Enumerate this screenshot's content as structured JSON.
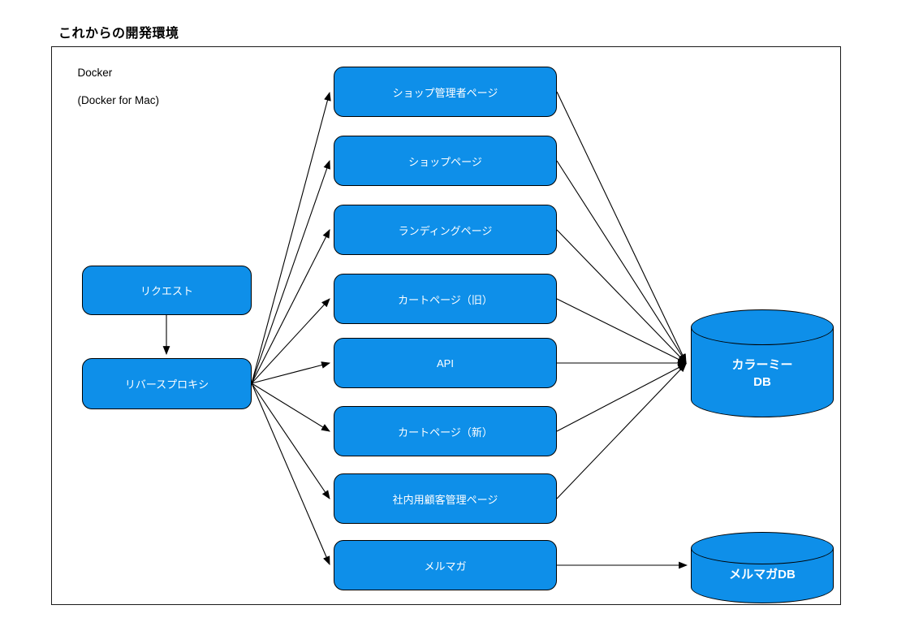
{
  "title": "これからの開発環境",
  "docker_container": {
    "label_line1": "Docker",
    "label_line2": "(Docker for Mac)"
  },
  "left_boxes": [
    {
      "label": "リクエスト"
    },
    {
      "label": "リバースプロキシ"
    }
  ],
  "middle_boxes": [
    {
      "label": "ショップ管理者ページ"
    },
    {
      "label": "ショップページ"
    },
    {
      "label": "ランディングページ"
    },
    {
      "label": "カートページ（旧）"
    },
    {
      "label": "API"
    },
    {
      "label": "カートページ（新）"
    },
    {
      "label": "社内用顧客管理ページ"
    },
    {
      "label": "メルマガ"
    }
  ],
  "databases": [
    {
      "line1": "カラーミー",
      "line2": "DB"
    },
    {
      "line1": "メルマガDB",
      "line2": ""
    }
  ],
  "colors": {
    "node_fill": "#0e8fe9",
    "node_border": "#000000",
    "node_text": "#ffffff",
    "container_border": "#1a1a1a",
    "background": "#ffffff",
    "connector": "#000000"
  }
}
